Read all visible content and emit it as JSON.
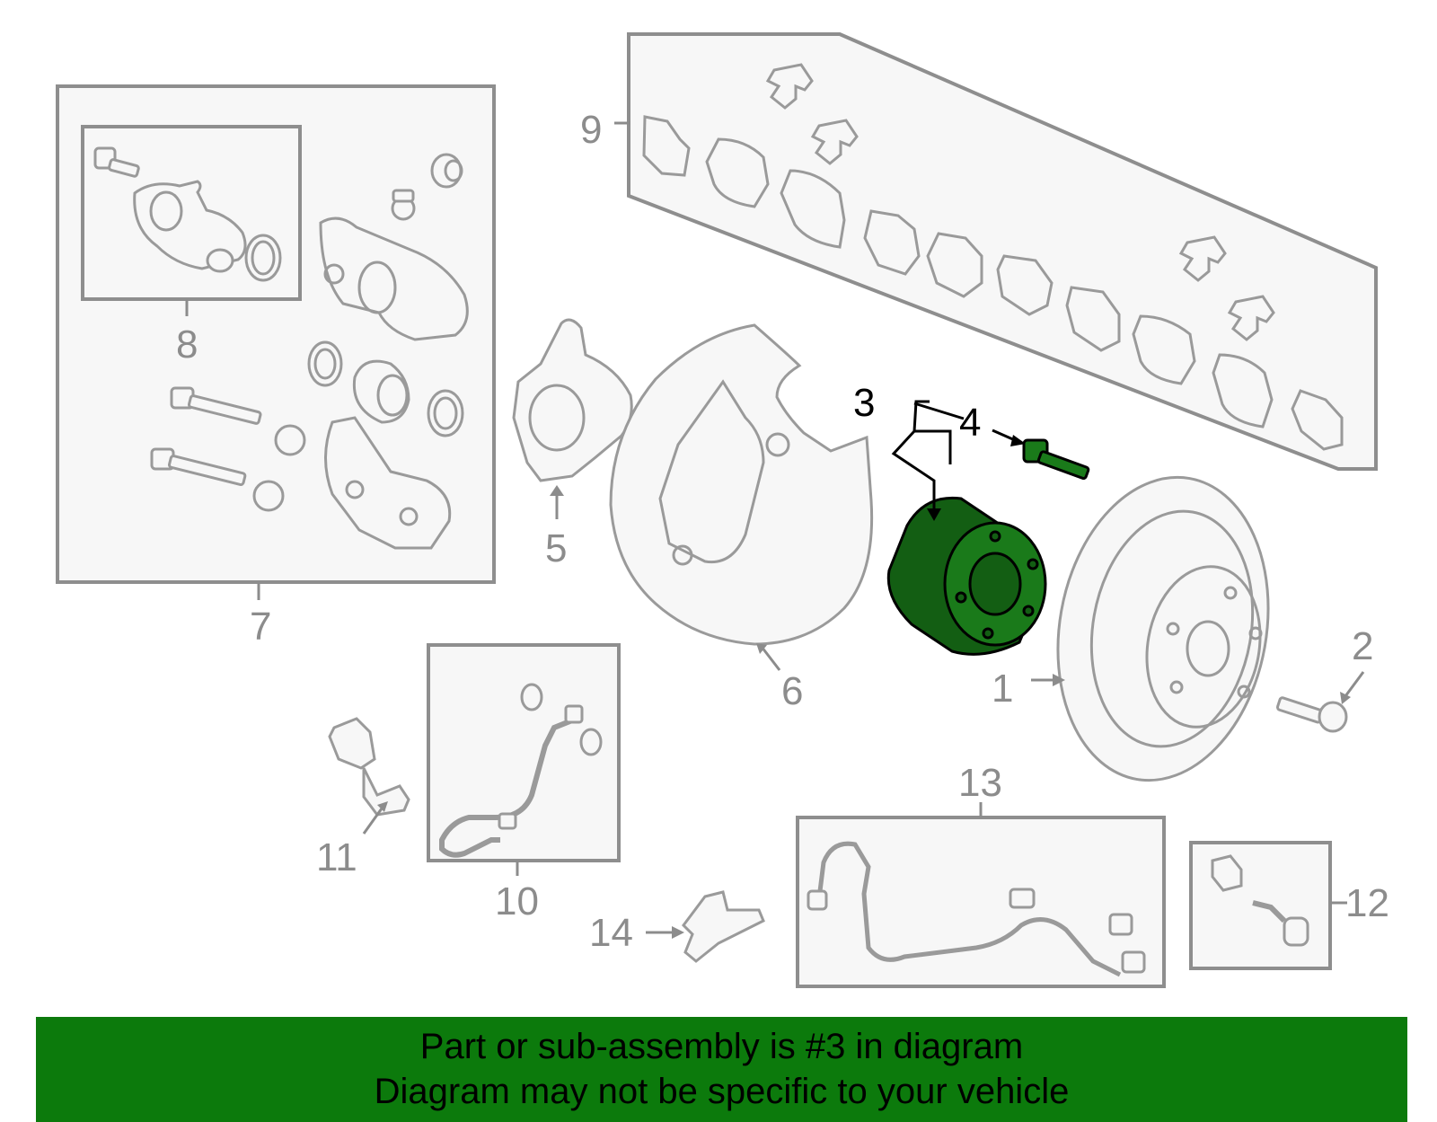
{
  "diagram": {
    "callouts": [
      "1",
      "2",
      "3",
      "4",
      "5",
      "6",
      "7",
      "8",
      "9",
      "10",
      "11",
      "12",
      "13",
      "14"
    ],
    "highlighted_part": "3",
    "colors": {
      "highlight": "#1a7a1a",
      "banner": "#0c7a0c",
      "outline": "#9a9a9a",
      "label": "#8c8c8c"
    }
  },
  "banner": {
    "line1": "Part or sub-assembly is #3 in diagram",
    "line2": "Diagram may not be specific to your vehicle"
  }
}
